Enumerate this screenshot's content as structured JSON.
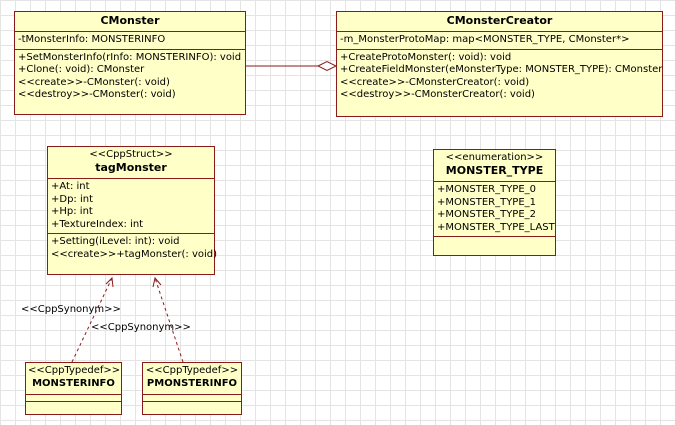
{
  "classes": {
    "cmonster": {
      "name": "CMonster",
      "attributes": [
        "-tMonsterInfo: MONSTERINFO"
      ],
      "operations": [
        "+SetMonsterInfo(rInfo: MONSTERINFO): void",
        "+Clone(: void): CMonster",
        "<<create>>-CMonster(: void)",
        "<<destroy>>-CMonster(: void)"
      ]
    },
    "cmonstercreator": {
      "name": "CMonsterCreator",
      "attributes": [
        "-m_MonsterProtoMap: map<MONSTER_TYPE, CMonster*>"
      ],
      "operations": [
        "+CreateProtoMonster(: void): void",
        "+CreateFieldMonster(eMonsterType: MONSTER_TYPE): CMonster",
        "<<create>>-CMonsterCreator(: void)",
        "<<destroy>>-CMonsterCreator(: void)"
      ]
    },
    "tagmonster": {
      "stereotype": "<<CppStruct>>",
      "name": "tagMonster",
      "attributes": [
        "+At: int",
        "+Dp: int",
        "+Hp: int",
        "+TextureIndex: int"
      ],
      "operations": [
        "+Setting(iLevel: int): void",
        "<<create>>+tagMonster(: void)"
      ]
    },
    "monster_type": {
      "stereotype": "<<enumeration>>",
      "name": "MONSTER_TYPE",
      "literals": [
        "+MONSTER_TYPE_0",
        "+MONSTER_TYPE_1",
        "+MONSTER_TYPE_2",
        "+MONSTER_TYPE_LAST"
      ]
    },
    "monsterinfo": {
      "stereotype": "<<CppTypedef>>",
      "name": "MONSTERINFO"
    },
    "pmonsterinfo": {
      "stereotype": "<<CppTypedef>>",
      "name": "PMONSTERINFO"
    }
  },
  "relationships": {
    "synonym_label_1": "<<CppSynonym>>",
    "synonym_label_2": "<<CppSynonym>>"
  },
  "colors": {
    "class_fill": "#ffffc8",
    "class_border": "#8b1a1a",
    "grid": "#e4e4e4"
  }
}
